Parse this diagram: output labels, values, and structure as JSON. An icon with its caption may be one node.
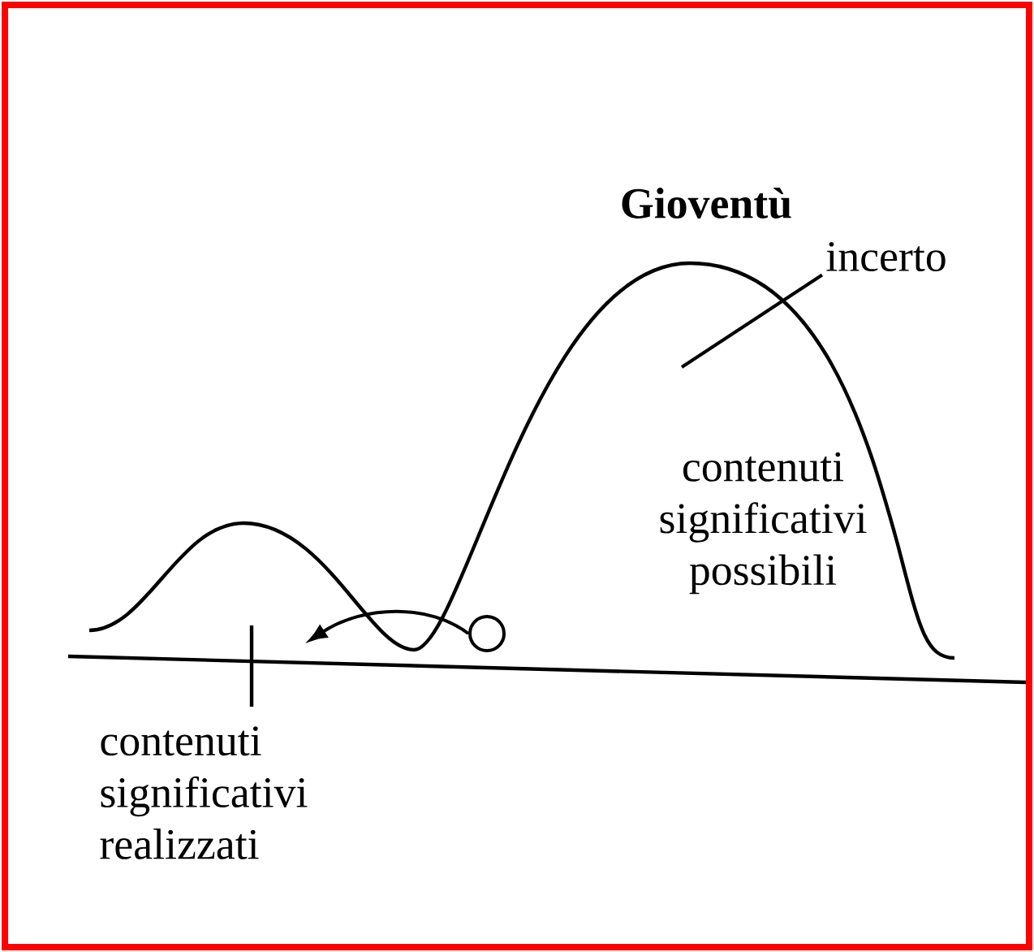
{
  "diagram": {
    "nodes": [
      {
        "text": [],
        "shape": "circle"
      },
      {
        "text": [
          "incerto"
        ]
      }
    ],
    "edges": [
      {
        "from": 0,
        "to": null,
        "arrow": "to"
      },
      {
        "from": 1,
        "to": null,
        "arrow": "none"
      }
    ],
    "labels": [
      "Gioventù",
      "contenuti significativi possibili",
      "contenuti significativi realizzati"
    ]
  }
}
